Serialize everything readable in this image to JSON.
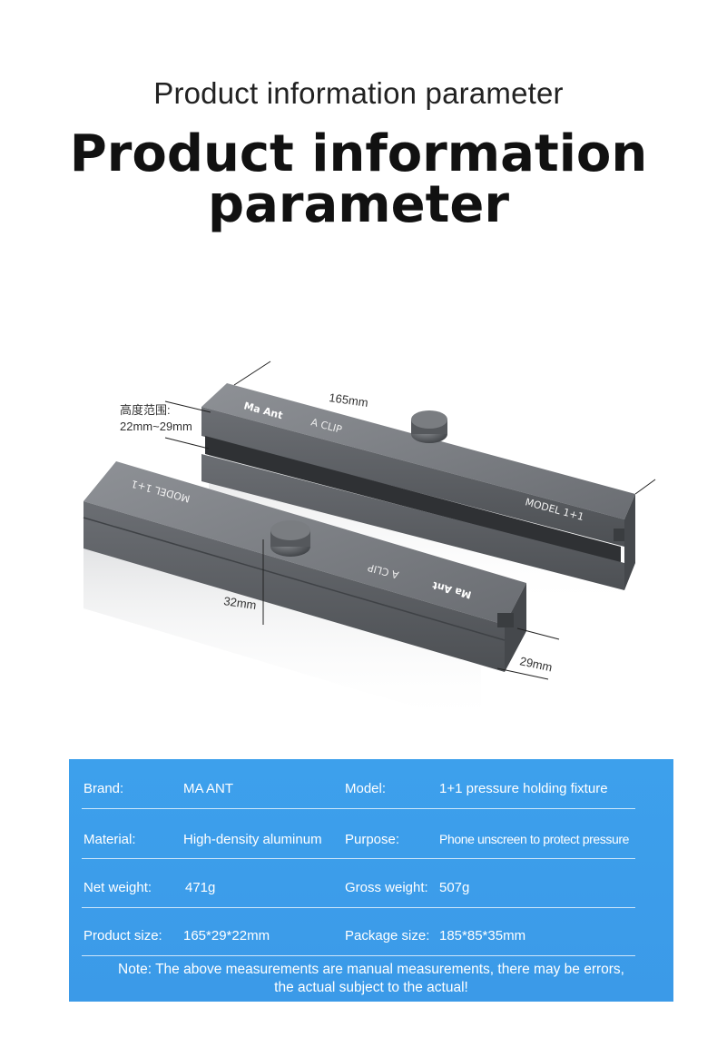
{
  "header": {
    "subtitle": "Product information parameter",
    "title_line1": "Product information",
    "title_line2": "parameter"
  },
  "product": {
    "dim_length": "165mm",
    "height_range_label": "高度范围:",
    "height_range_value": "22mm~29mm",
    "dim_height": "32mm",
    "dim_width": "29mm",
    "model_text": "MODEL 1+1",
    "brand_logo_text": "Ma Ant",
    "clip_text": "A CLIP"
  },
  "specs": {
    "rows": [
      {
        "label1": "Brand:",
        "value1": "MA ANT",
        "label2": "Model:",
        "value2": "1+1 pressure holding fixture"
      },
      {
        "label1": "Material:",
        "value1": "High-density aluminum",
        "label2": "Purpose:",
        "value2": "Phone unscreen to protect pressure"
      },
      {
        "label1": "Net weight:",
        "value1": "471g",
        "label2": "Gross weight:",
        "value2": "507g"
      },
      {
        "label1": "Product size:",
        "value1": "165*29*22mm",
        "label2": "Package size:",
        "value2": "185*85*35mm"
      }
    ],
    "note_line1": "Note: The above measurements are manual measurements, there may be errors,",
    "note_line2": "the actual subject to the actual!"
  },
  "colors": {
    "panel_blue": "#3b9ae8",
    "metal_dark": "#5c5f63",
    "metal_light": "#8a8d91"
  }
}
